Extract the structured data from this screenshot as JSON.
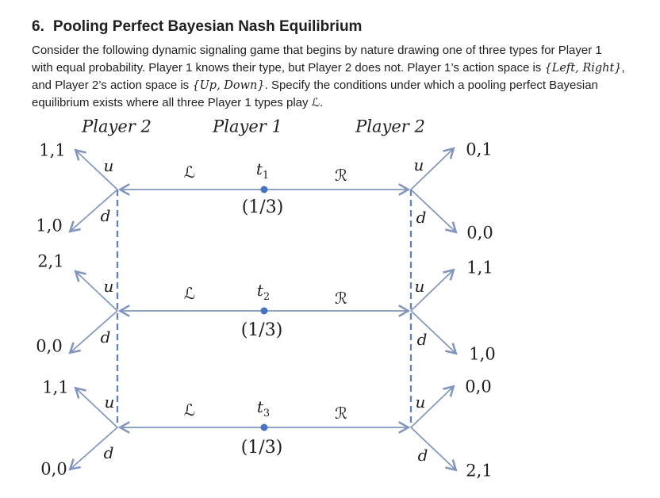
{
  "header": {
    "number": "6.",
    "title": "Pooling Perfect Bayesian Nash Equilibrium"
  },
  "intro": {
    "l1": "Consider the following dynamic signaling game that begins by nature drawing one of three types for Player 1",
    "l2a": "with equal probability. Player 1 knows their type, but Player 2 does not. Player 1’s action space is ",
    "l2b": "{Left, Right}",
    "l2c": ",",
    "l3a": "and Player 2’s action space is ",
    "l3b": "{Up, Down}",
    "l3c": ". Specify the conditions under which a pooling perfect Bayesian",
    "l4a": "equilibrium exists where all three Player 1 types play ",
    "l4b": "ℒ",
    "l4c": "."
  },
  "columns": {
    "left": "Player 2",
    "center": "Player 1",
    "right": "Player 2"
  },
  "rows": [
    {
      "type_base": "t",
      "type_sub": "1",
      "prob": "(1/3)",
      "left_action": "ℒ",
      "right_action": "ℛ",
      "left_u_label": "u",
      "left_d_label": "d",
      "right_u_label": "u",
      "right_d_label": "d",
      "left_u_payoff": "1,1",
      "left_d_payoff": "1,0",
      "right_u_payoff": "0,1",
      "right_d_payoff": "0,0"
    },
    {
      "type_base": "t",
      "type_sub": "2",
      "prob": "(1/3)",
      "left_action": "ℒ",
      "right_action": "ℛ",
      "left_u_label": "u",
      "left_d_label": "d",
      "right_u_label": "u",
      "right_d_label": "d",
      "left_u_payoff": "2,1",
      "left_d_payoff": "0,0",
      "right_u_payoff": "1,1",
      "right_d_payoff": "1,0"
    },
    {
      "type_base": "t",
      "type_sub": "3",
      "prob": "(1/3)",
      "left_action": "ℒ",
      "right_action": "ℛ",
      "left_u_label": "u",
      "left_d_label": "d",
      "right_u_label": "u",
      "right_d_label": "d",
      "left_u_payoff": "1,1",
      "left_d_payoff": "0,0",
      "right_u_payoff": "0,0",
      "right_d_payoff": "2,1"
    }
  ],
  "colors": {
    "line": "#8195bd",
    "dashed": "#6182ba",
    "dot": "#4472c4",
    "text": "#1f1f1f"
  }
}
